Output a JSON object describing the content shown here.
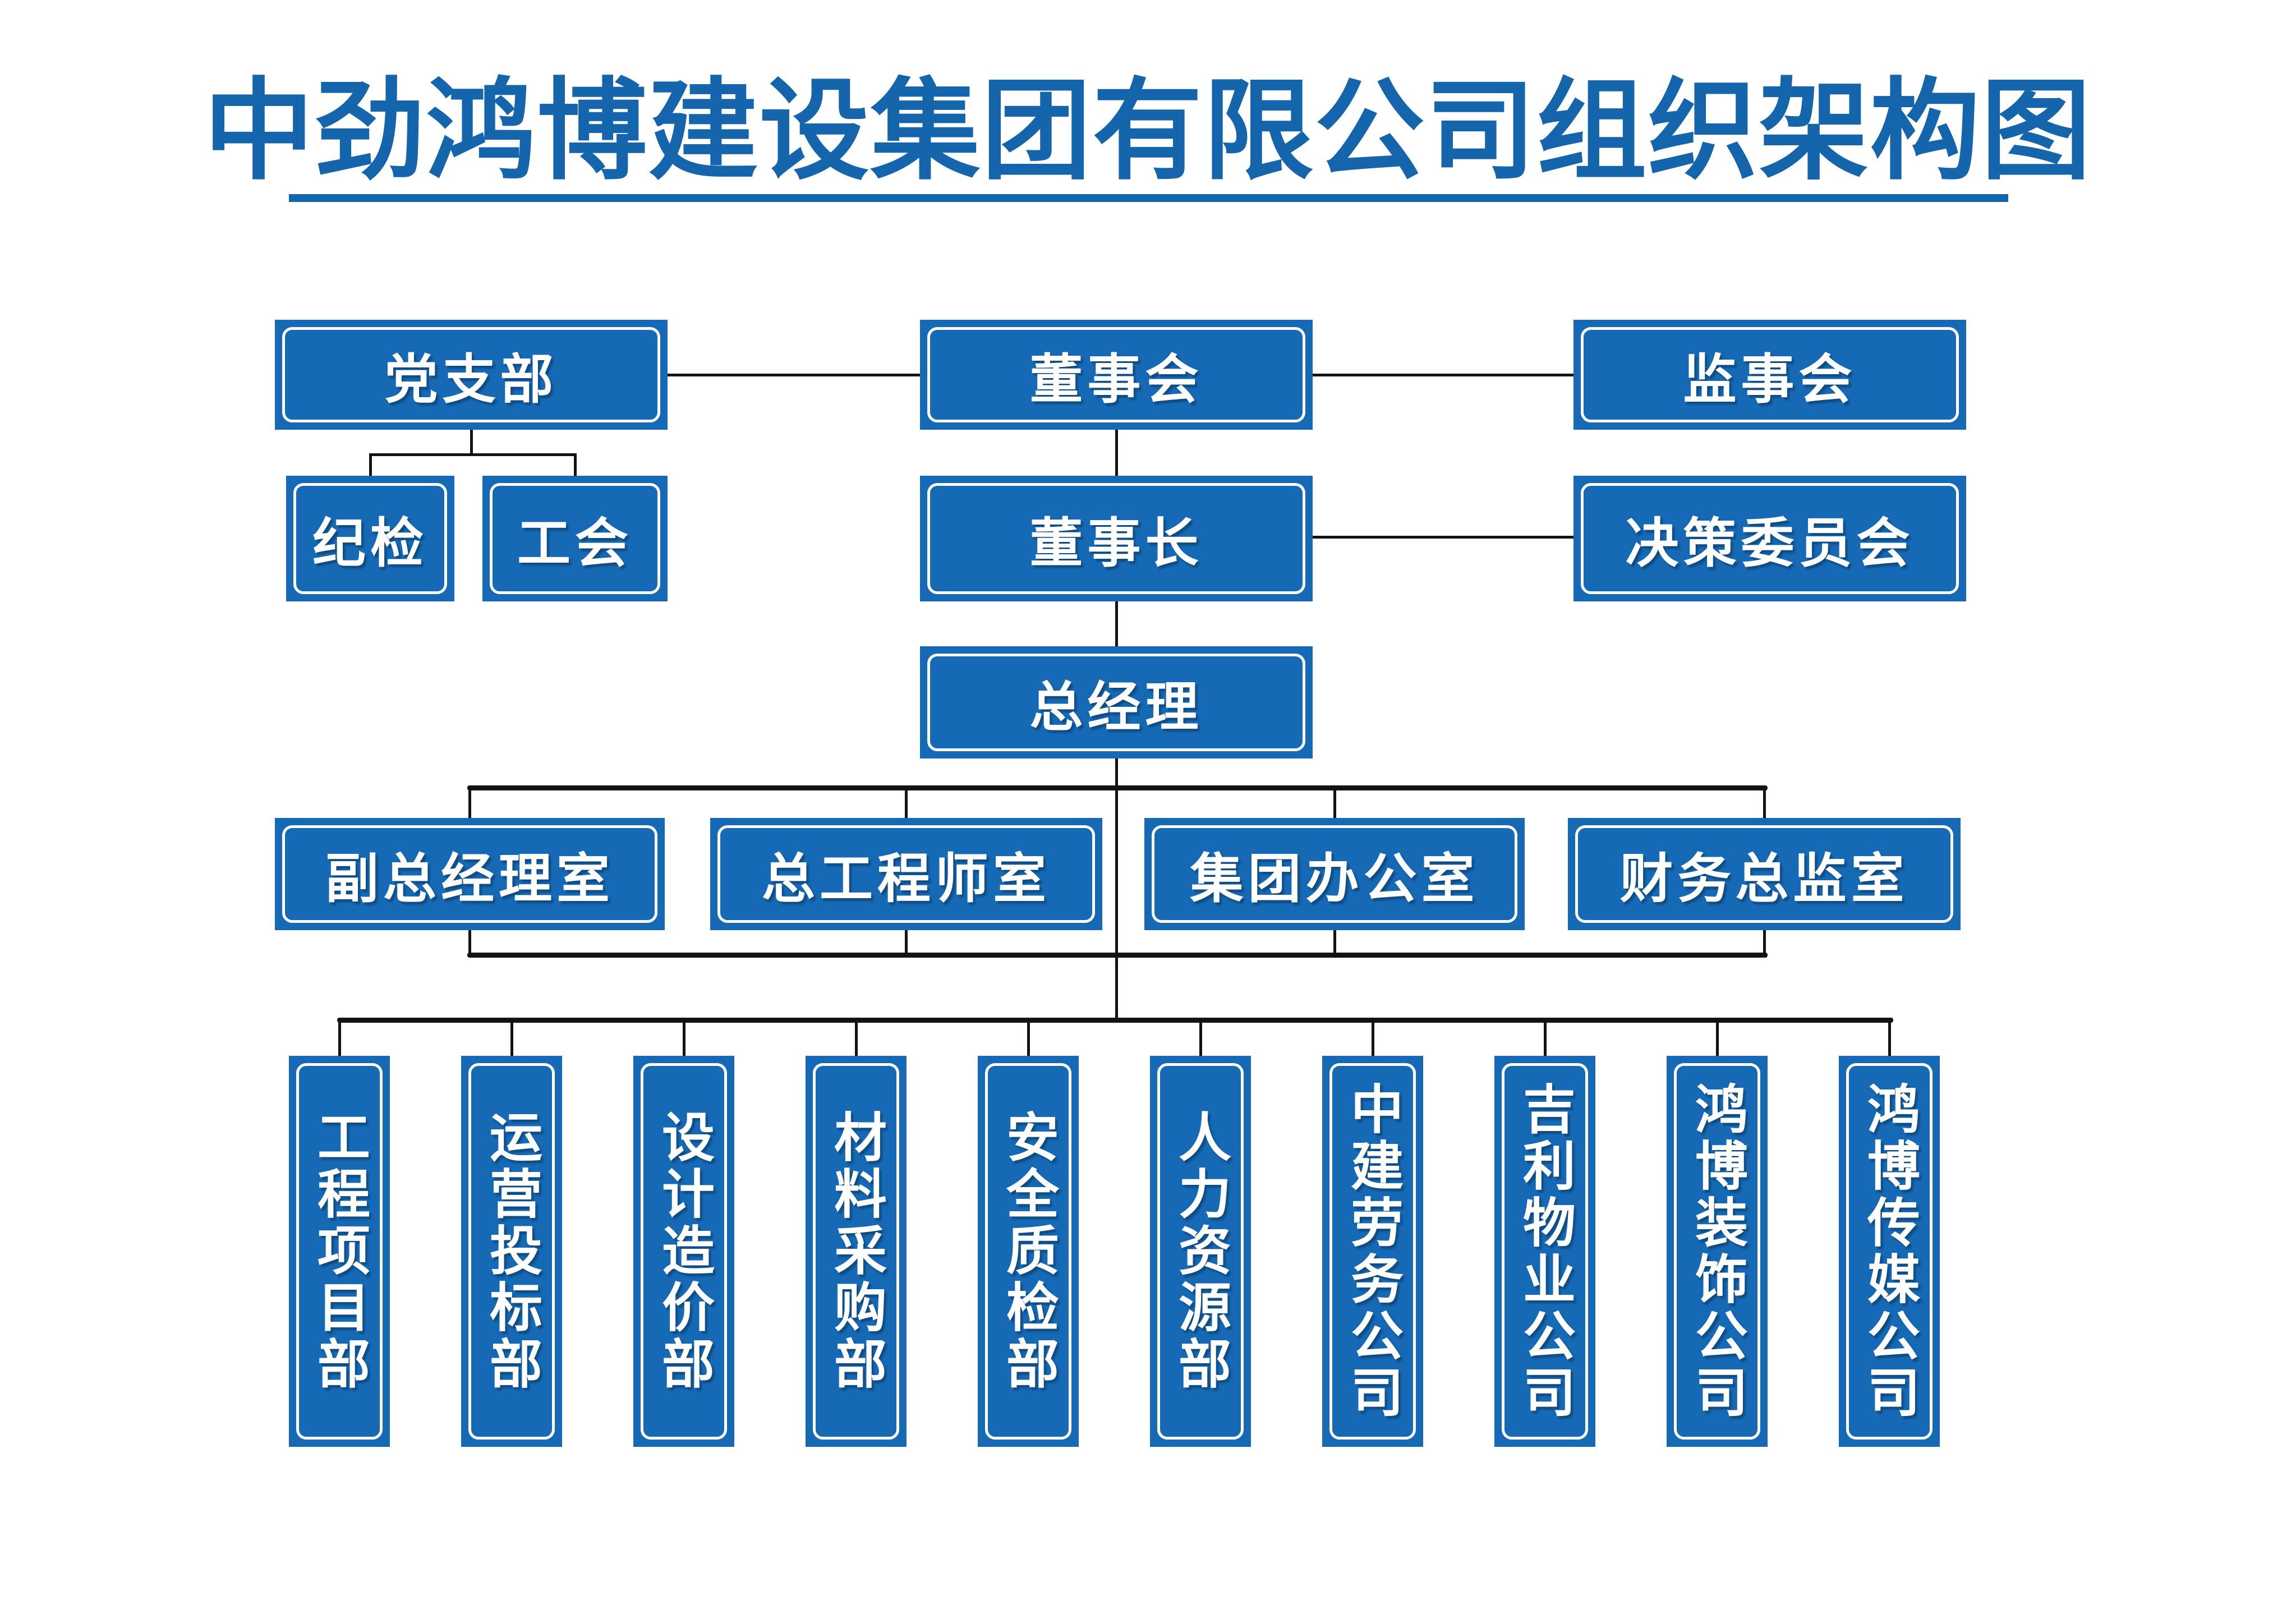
{
  "page": {
    "title": "中劲鸿博建设集团有限公司组织架构图"
  },
  "colors": {
    "box_blue": "#1569b5",
    "title_blue": "#1565ad",
    "line_black": "#131313",
    "box_text": "#ffffff",
    "background": "#ffffff"
  },
  "org": {
    "top_row": {
      "party_branch": "党支部",
      "board_of_directors": "董事会",
      "supervisory_board": "监事会"
    },
    "second_row": {
      "discipline_inspection": "纪检",
      "labor_union": "工会",
      "chairman": "董事长",
      "decision_committee": "决策委员会"
    },
    "general_manager": "总经理",
    "offices": [
      {
        "label": "副总经理室"
      },
      {
        "label": "总工程师室"
      },
      {
        "label": "集团办公室"
      },
      {
        "label": "财务总监室"
      }
    ],
    "departments": [
      {
        "label": "工程项目部"
      },
      {
        "label": "运营投标部"
      },
      {
        "label": "设计造价部"
      },
      {
        "label": "材料采购部"
      },
      {
        "label": "安全质检部"
      },
      {
        "label": "人力资源部"
      },
      {
        "label": "中建劳务公司"
      },
      {
        "label": "吉利物业公司"
      },
      {
        "label": "鸿博装饰公司"
      },
      {
        "label": "鸿博传媒公司"
      }
    ]
  }
}
